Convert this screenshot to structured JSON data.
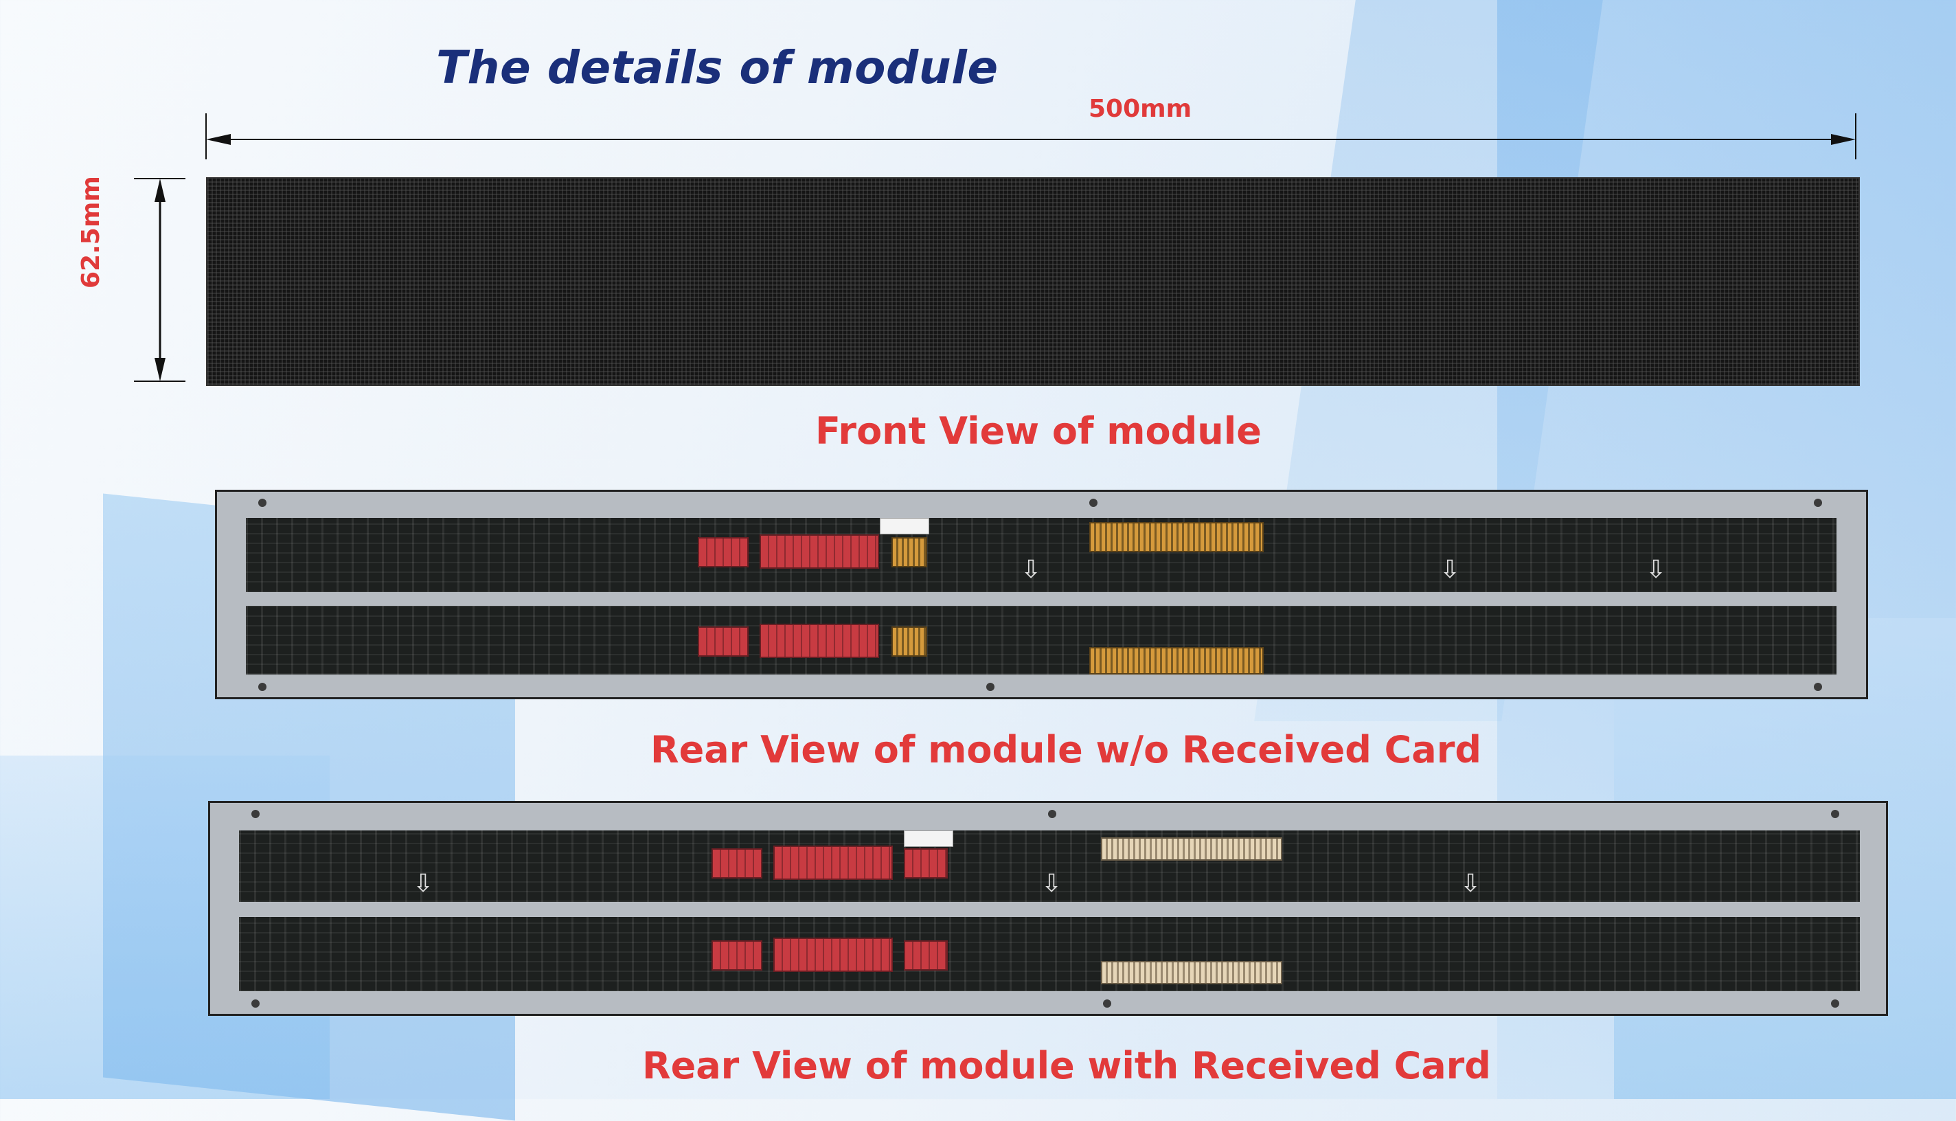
{
  "title": "The details of module",
  "dimensions": {
    "width_label": "500mm",
    "height_label": "62.5mm"
  },
  "captions": {
    "front": "Front View of module",
    "rear_without_card": "Rear View of module w/o Received Card",
    "rear_with_card": "Rear View of module with Received Card"
  },
  "colors": {
    "title": "#1a2f7a",
    "caption": "#e23a3a",
    "dimension": "#e03a3a"
  }
}
